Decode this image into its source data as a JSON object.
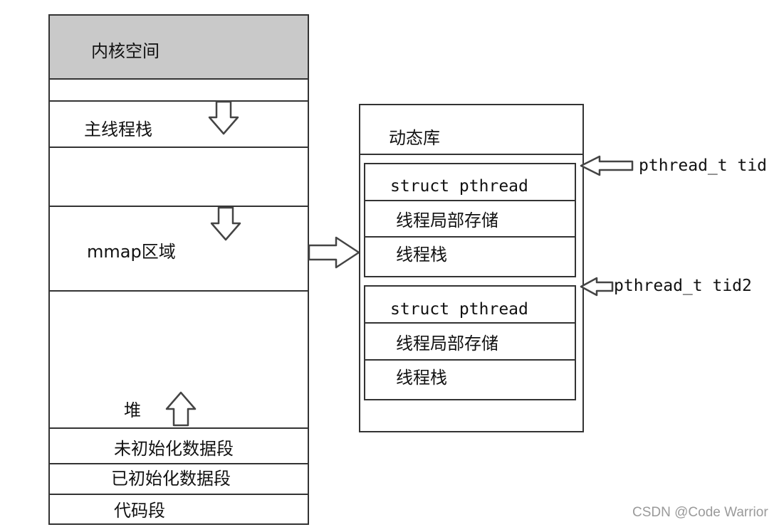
{
  "memory_layout": {
    "kernel_space": "内核空间",
    "main_thread_stack": "主线程栈",
    "mmap_region": "mmap区域",
    "heap": "堆",
    "bss_segment": "未初始化数据段",
    "data_segment": "已初始化数据段",
    "code_segment": "代码段"
  },
  "dynamic_library": {
    "title": "动态库",
    "threads": [
      {
        "struct_label": "struct pthread",
        "tls_label": "线程局部存储",
        "stack_label": "线程栈",
        "pointer_label": "pthread_t tid"
      },
      {
        "struct_label": "struct pthread",
        "tls_label": "线程局部存储",
        "stack_label": "线程栈",
        "pointer_label": "pthread_t tid2"
      }
    ]
  },
  "watermark": "CSDN @Code Warrior",
  "colors": {
    "kernel_fill": "#c9c9c9",
    "line": "#333333"
  }
}
